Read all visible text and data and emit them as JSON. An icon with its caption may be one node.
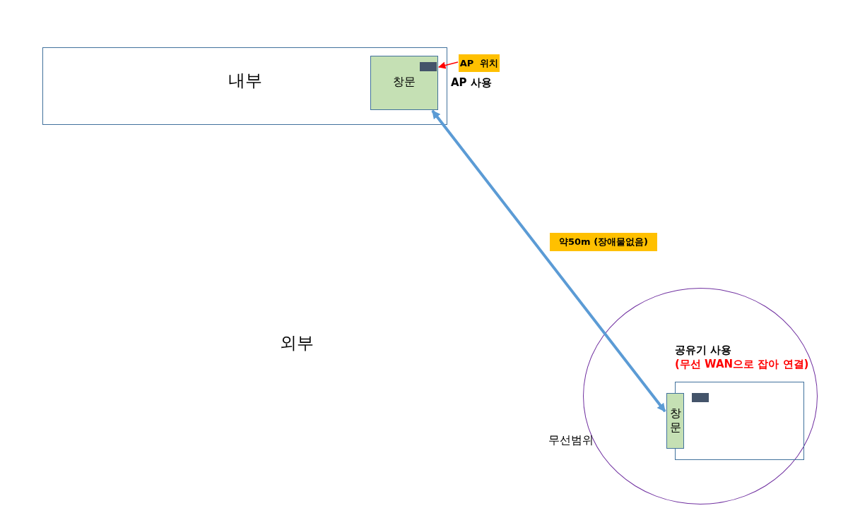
{
  "diagram": {
    "nodes": [
      {
        "text": [
          "내부"
        ]
      },
      {
        "text": [
          "창문"
        ],
        "in": 0
      },
      {
        "text": [],
        "shape": "box",
        "in": 1
      },
      {
        "text": [
          "AP  위치"
        ]
      },
      {
        "text": [],
        "shape": "circle",
        "beside": [
          "무선범위"
        ]
      },
      {
        "text": [],
        "shape": "box",
        "in": 4,
        "beside": [
          "공유기 사용",
          "(무선 WAN으로 잡아 연결)"
        ]
      },
      {
        "text": [
          "창문"
        ],
        "in": 4
      },
      {
        "text": [],
        "shape": "box",
        "in": 5
      }
    ],
    "edges": [
      {
        "from": 1,
        "to": 6,
        "arrow": "both",
        "style": "thick",
        "label": "약50m (장애물없음)"
      },
      {
        "from": 3,
        "to": 2,
        "arrow": "to",
        "color": "#ff0000"
      }
    ],
    "labels": [
      "AP 사용",
      "외부"
    ]
  }
}
